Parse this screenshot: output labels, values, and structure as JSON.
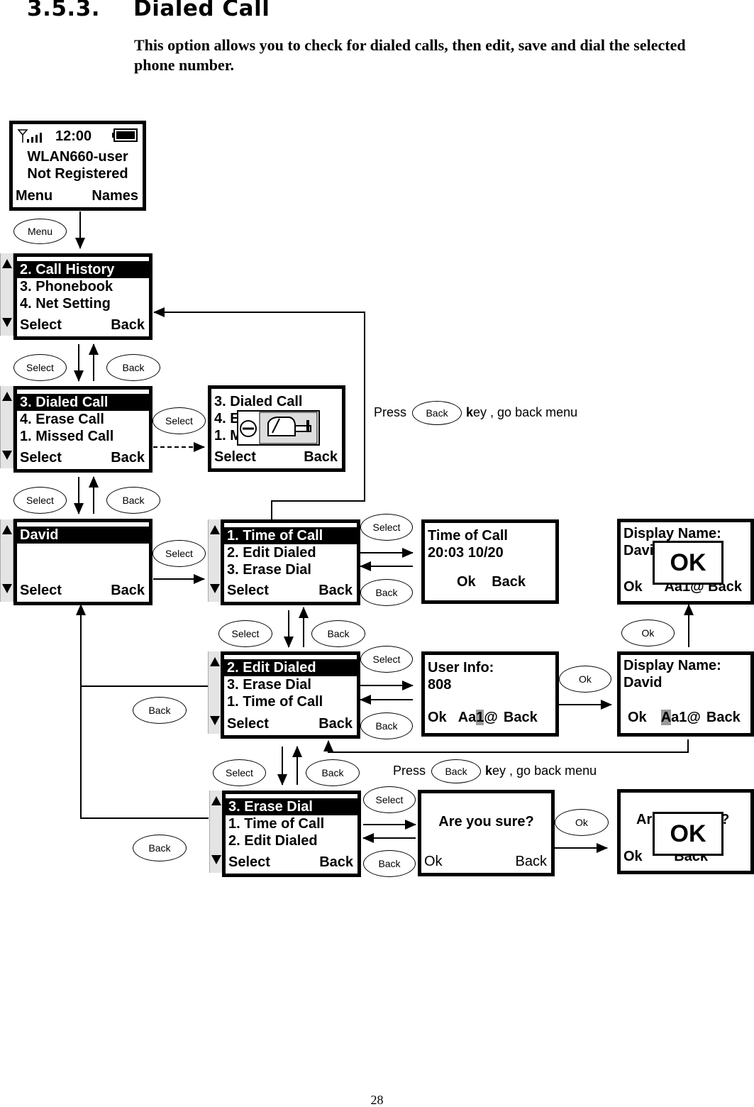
{
  "section": {
    "number": "3.5.3.",
    "title": "Dialed Call"
  },
  "intro": "This option allows you to check for dialed calls, then edit, save and dial the selected phone number.",
  "page_number": "28",
  "screens": {
    "idle": {
      "time": "12:00",
      "line1": "WLAN660-user",
      "line2": "Not Registered",
      "left": "Menu",
      "right": "Names"
    },
    "menu": {
      "lines": [
        "2. Call History",
        "3. Phonebook",
        "4. Net Setting"
      ],
      "left": "Select",
      "right": "Back"
    },
    "call_history": {
      "lines": [
        "3. Dialed Call",
        "4. Erase Call",
        "1. Missed Call"
      ],
      "left": "Select",
      "right": "Back"
    },
    "empty_list": {
      "lines": [
        "3. Dialed Call",
        "4. E",
        "1. M"
      ],
      "left": "Select",
      "right": "Back"
    },
    "dialed_list": {
      "lines": [
        "David"
      ],
      "left": "Select",
      "right": "Back"
    },
    "options_time": {
      "lines": [
        "1. Time of Call",
        "2. Edit Dialed",
        "3. Erase Dial"
      ],
      "left": "Select",
      "right": "Back"
    },
    "time_of_call": {
      "line1": "Time of Call",
      "line2": "20:03 10/20",
      "left": "Ok",
      "right": "Back"
    },
    "saved_name": {
      "line1": "Display Name:",
      "line2": "Davi",
      "left": "Ok",
      "right": "Aa1@ Back"
    },
    "options_edit": {
      "lines": [
        "2. Edit Dialed",
        "3. Erase Dial",
        "1. Time of Call"
      ],
      "left": "Select",
      "right": "Back"
    },
    "user_info": {
      "line1": "User Info:",
      "line2": "808",
      "soft_ok": "Ok",
      "soft_mode_a": "Aa",
      "soft_mode_cursor": "1",
      "soft_mode_b": "@",
      "soft_back": "Back"
    },
    "display_name": {
      "line1": "Display Name:",
      "line2": "David",
      "soft_ok": "Ok",
      "soft_mode_cursor": "A",
      "soft_mode_b": "a1@",
      "soft_back": "Back"
    },
    "options_erase": {
      "lines": [
        "3. Erase Dial",
        "1. Time of Call",
        "2. Edit Dialed"
      ],
      "left": "Select",
      "right": "Back"
    },
    "confirm": {
      "line1": "Are you sure?",
      "left": "Ok",
      "right": "Back"
    },
    "erased": {
      "line1_a": "Ar",
      "line1_b": "e?",
      "left": "Ok",
      "right": "Back"
    }
  },
  "stamp": "OK",
  "keys": {
    "menu": "Menu",
    "select": "Select",
    "back": "Back",
    "ok": "Ok"
  },
  "captions": {
    "press": "Press",
    "k_bold": "k",
    "suffix": "ey , go back menu"
  }
}
